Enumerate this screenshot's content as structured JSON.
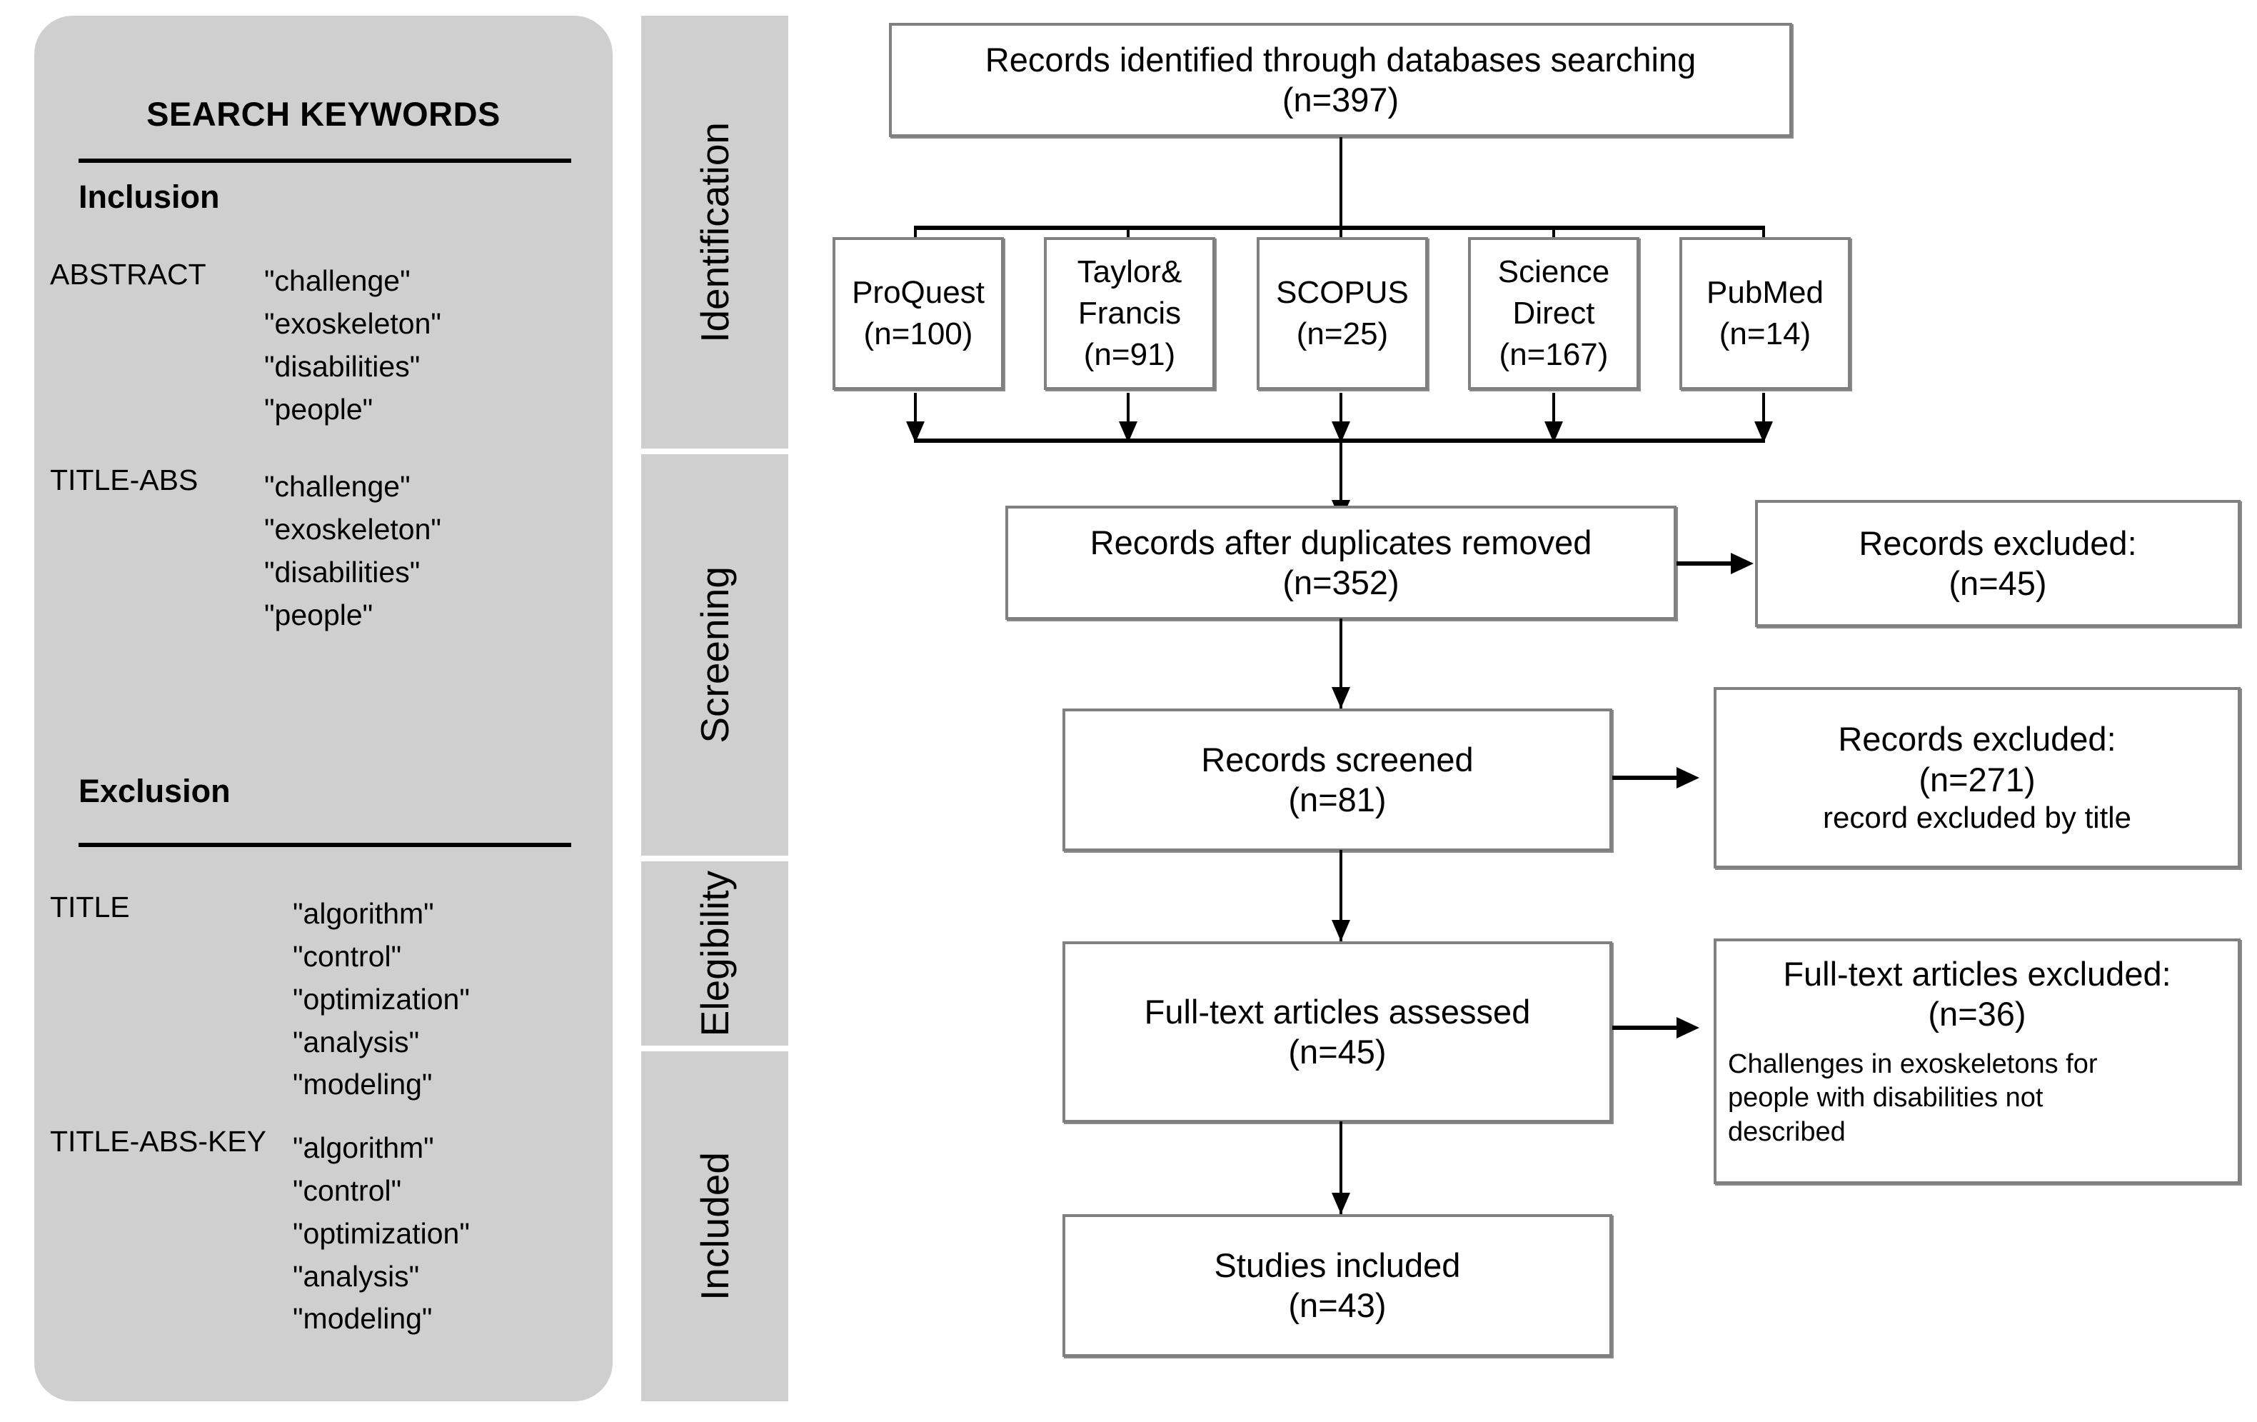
{
  "keywords_panel": {
    "title": "SEARCH KEYWORDS",
    "sections": [
      {
        "heading": "Inclusion",
        "rows": [
          {
            "field": "ABSTRACT",
            "terms": "\"challenge\"\n\"exoskeleton\"\n\"disabilities\"\n\"people\""
          },
          {
            "field": "TITLE-ABS",
            "terms": "\"challenge\"\n\"exoskeleton\"\n\"disabilities\"\n\"people\""
          }
        ]
      },
      {
        "heading": "Exclusion",
        "rows": [
          {
            "field": "TITLE",
            "terms": "\"algorithm\"\n\"control\"\n\"optimization\"\n\"analysis\"\n\"modeling\""
          },
          {
            "field": "TITLE-ABS-KEY",
            "terms": "\"algorithm\"\n\"control\"\n\"optimization\"\n\"analysis\"\n\"modeling\""
          }
        ]
      }
    ]
  },
  "stages": [
    {
      "label": "Identification"
    },
    {
      "label": "Screening"
    },
    {
      "label": "Elegibility"
    },
    {
      "label": "Included"
    }
  ],
  "flow": {
    "identified": {
      "line1": "Records identified through databases searching",
      "line2": "(n=397)"
    },
    "databases": [
      {
        "name": "ProQuest",
        "count": "(n=100)"
      },
      {
        "name": "Taylor&",
        "name2": "Francis",
        "count": "(n=91)"
      },
      {
        "name": "SCOPUS",
        "count": "(n=25)"
      },
      {
        "name": "Science",
        "name2": "Direct",
        "count": "(n=167)"
      },
      {
        "name": "PubMed",
        "count": "(n=14)"
      }
    ],
    "after_duplicates": {
      "line1": "Records after duplicates removed",
      "line2": "(n=352)"
    },
    "excluded_duplicates": {
      "line1": "Records excluded:",
      "line2": "(n=45)"
    },
    "screened": {
      "line1": "Records screened",
      "line2": "(n=81)"
    },
    "excluded_title": {
      "line1": "Records excluded:",
      "line2": "(n=271)",
      "line3": "record excluded by title"
    },
    "fulltext_assessed": {
      "line1": "Full-text articles assessed",
      "line2": "(n=45)"
    },
    "fulltext_excluded": {
      "line1": "Full-text articles excluded:",
      "line2": "(n=36)",
      "note1": "Challenges in exoskeletons for",
      "note2": "people with disabilities not",
      "note3": " described"
    },
    "included": {
      "line1": "Studies included",
      "line2": "(n=43)"
    }
  },
  "chart_data": {
    "type": "table",
    "title": "PRISMA flow diagram",
    "nodes": [
      {
        "id": "identified",
        "label": "Records identified through databases searching",
        "n": 397,
        "stage": "Identification"
      },
      {
        "id": "proquest",
        "label": "ProQuest",
        "n": 100,
        "stage": "Identification"
      },
      {
        "id": "taylor_francis",
        "label": "Taylor& Francis",
        "n": 91,
        "stage": "Identification"
      },
      {
        "id": "scopus",
        "label": "SCOPUS",
        "n": 25,
        "stage": "Identification"
      },
      {
        "id": "science_direct",
        "label": "Science Direct",
        "n": 167,
        "stage": "Identification"
      },
      {
        "id": "pubmed",
        "label": "PubMed",
        "n": 14,
        "stage": "Identification"
      },
      {
        "id": "after_duplicates",
        "label": "Records after duplicates removed",
        "n": 352,
        "stage": "Screening"
      },
      {
        "id": "excluded_duplicates",
        "label": "Records excluded:",
        "n": 45,
        "stage": "Screening"
      },
      {
        "id": "screened",
        "label": "Records screened",
        "n": 81,
        "stage": "Screening"
      },
      {
        "id": "excluded_title",
        "label": "Records excluded: record excluded by title",
        "n": 271,
        "stage": "Screening"
      },
      {
        "id": "fulltext_assessed",
        "label": "Full-text articles assessed",
        "n": 45,
        "stage": "Elegibility"
      },
      {
        "id": "fulltext_excluded",
        "label": "Full-text articles excluded: Challenges in exoskeletons for people with disabilities not described",
        "n": 36,
        "stage": "Elegibility"
      },
      {
        "id": "included",
        "label": "Studies included",
        "n": 43,
        "stage": "Included"
      }
    ]
  },
  "colors": {
    "panel_gray": "#cfcfcf",
    "box_border": "#808080",
    "box_fill": "#ffffff",
    "line": "#000000"
  }
}
